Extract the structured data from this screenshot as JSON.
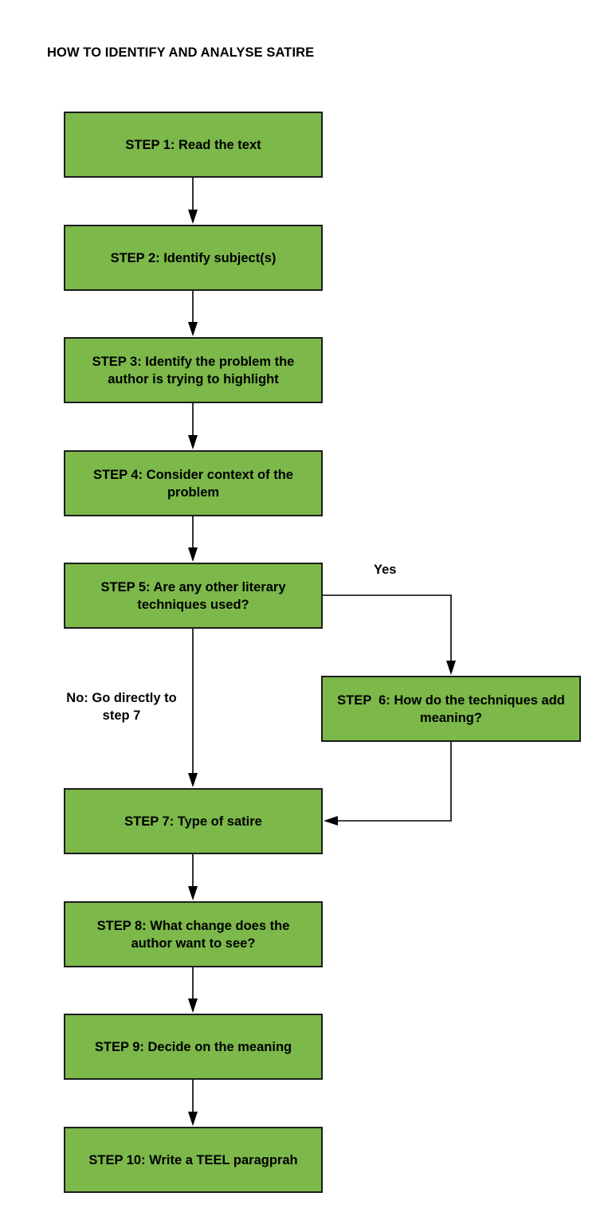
{
  "title": "HOW TO IDENTIFY AND ANALYSE SATIRE",
  "colors": {
    "box_fill": "#7cb84a",
    "box_border": "#1c1c1c",
    "connector": "#000000"
  },
  "steps": [
    "STEP 1: Read the text",
    "STEP 2: Identify subject(s)",
    "STEP 3: Identify the problem the author is trying to highlight",
    "STEP 4: Consider context of the problem",
    "STEP 5: Are any other literary techniques used?",
    "STEP  6: How do the techniques add meaning?",
    "STEP 7: Type of satire",
    "STEP 8: What change does the author want to see?",
    "STEP 9: Decide on the meaning",
    "STEP 10: Write a TEEL paragprah"
  ],
  "branch_labels": {
    "yes": "Yes",
    "no": "No: Go directly to step 7"
  },
  "edges": [
    {
      "from": 1,
      "to": 2
    },
    {
      "from": 2,
      "to": 3
    },
    {
      "from": 3,
      "to": 4
    },
    {
      "from": 4,
      "to": 5
    },
    {
      "from": 5,
      "to": 6,
      "label": "Yes"
    },
    {
      "from": 5,
      "to": 7,
      "label": "No: Go directly to step 7"
    },
    {
      "from": 6,
      "to": 7
    },
    {
      "from": 7,
      "to": 8
    },
    {
      "from": 8,
      "to": 9
    },
    {
      "from": 9,
      "to": 10
    }
  ]
}
